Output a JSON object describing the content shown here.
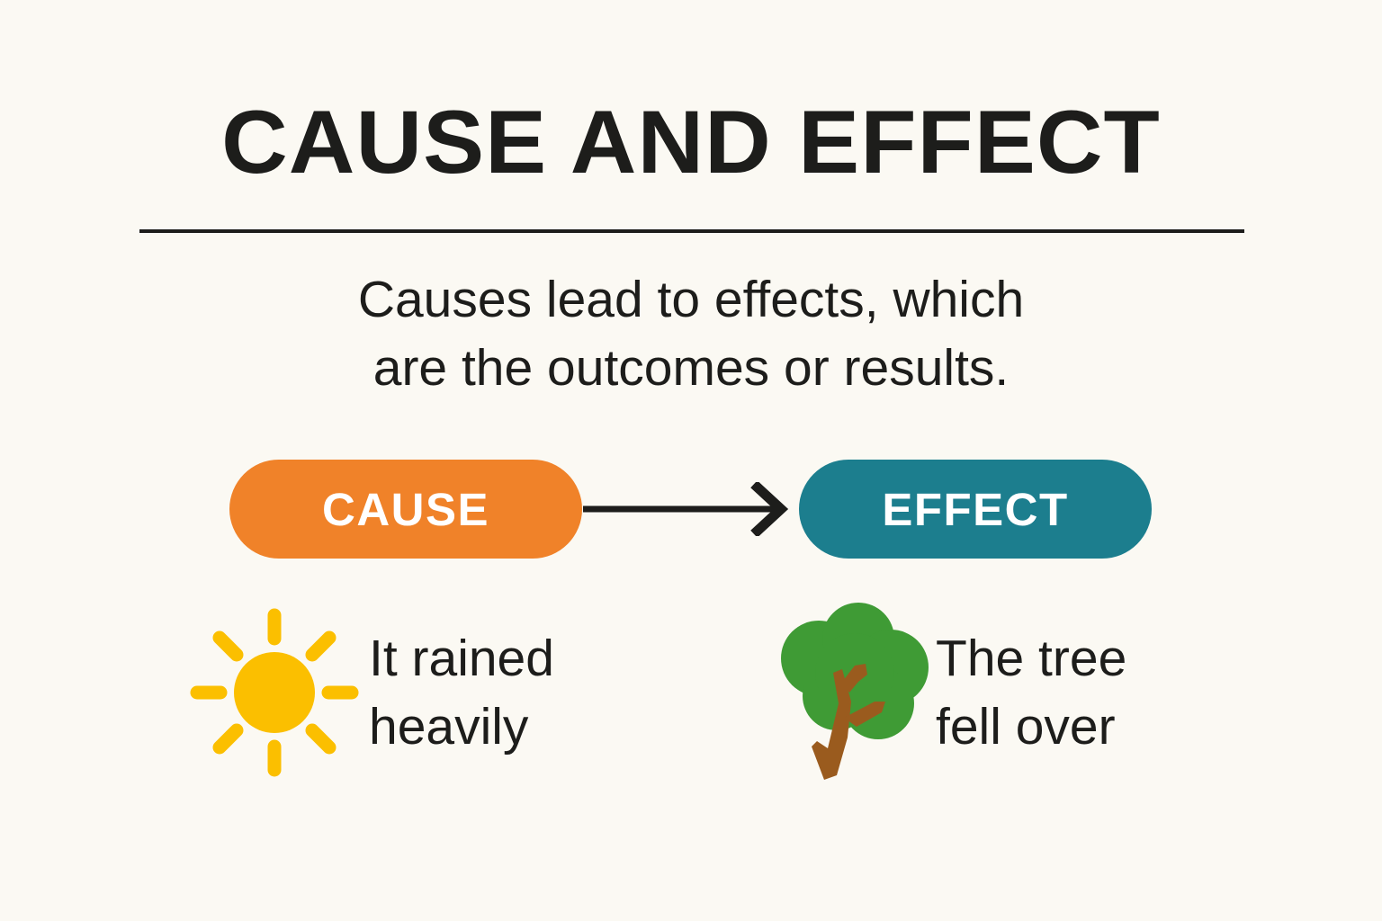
{
  "page": {
    "title": "CAUSE AND EFFECT",
    "background_color": "#FBF9F3",
    "text_color": "#1D1D1B"
  },
  "subtitle": {
    "line1": "Causes lead to effects, which",
    "line2": "are the outcomes or results."
  },
  "flow": {
    "cause_label": "CAUSE",
    "effect_label": "EFFECT",
    "cause_color": "#F08229",
    "effect_color": "#1C7E8E",
    "arrow_color": "#1D1D1B",
    "arrow_direction": "right"
  },
  "examples": [
    {
      "icon": "sun-icon",
      "icon_color": "#FBBF00",
      "line1": "It rained",
      "line2": "heavily"
    },
    {
      "icon": "tree-icon",
      "icon_leaf_color": "#3F9B35",
      "icon_trunk_color": "#9A5B1E",
      "line1": "The tree",
      "line2": "fell over"
    }
  ]
}
